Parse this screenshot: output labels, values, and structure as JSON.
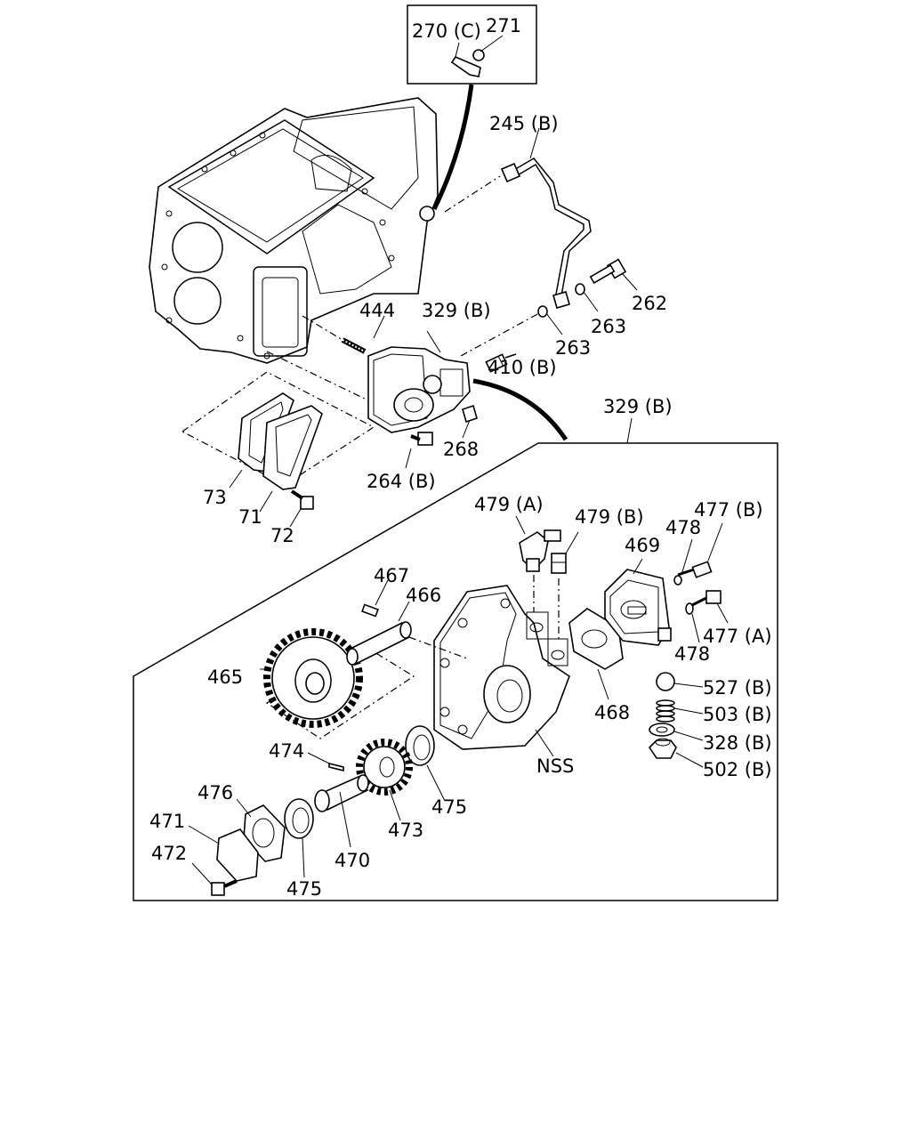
{
  "diagram": {
    "callouts": {
      "c270": "270 (C)",
      "c271": "271",
      "c245": "245 (B)",
      "c262": "262",
      "c263a": "263",
      "c263b": "263",
      "c444": "444",
      "c329": "329 (B)",
      "c410": "410 (B)",
      "c268": "268",
      "c264": "264 (B)",
      "c73": "73",
      "c71": "71",
      "c72": "72",
      "c329box": "329 (B)",
      "c479a": "479 (A)",
      "c479b": "479 (B)",
      "c477b": "477 (B)",
      "c478a": "478",
      "c469": "469",
      "c467": "467",
      "c466": "466",
      "c465": "465",
      "c477a": "477 (A)",
      "c478b": "478",
      "c527": "527 (B)",
      "c468": "468",
      "c503": "503 (B)",
      "c328": "328 (B)",
      "c474": "474",
      "c502": "502 (B)",
      "cnss": "NSS",
      "c476": "476",
      "c475a": "475",
      "c473": "473",
      "c471": "471",
      "c470": "470",
      "c472": "472",
      "c475b": "475"
    }
  }
}
